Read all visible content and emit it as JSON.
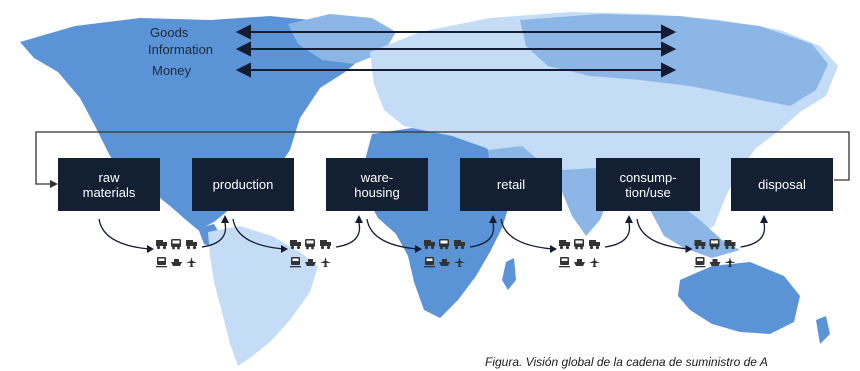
{
  "flows": [
    "Goods",
    "Information",
    "Money"
  ],
  "stages": [
    "raw\nmaterials",
    "production",
    "ware-\nhousing",
    "retail",
    "consump-\ntion/use",
    "disposal"
  ],
  "transport_icons": [
    "truck-icon",
    "bus-icon",
    "truck-icon",
    "train-icon",
    "ship-icon",
    "plane-icon"
  ],
  "caption": "Figura. Visión global de la cadena de suministro de A",
  "colors": {
    "ocean": "#ffffff",
    "land_dark": "#5b94d6",
    "land_mid": "#8cb6e6",
    "land_light": "#c4dcf5",
    "box": "#132033",
    "arrow": "#141c33",
    "icon": "#333333"
  }
}
